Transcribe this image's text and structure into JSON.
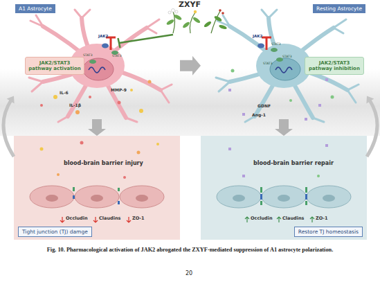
{
  "diagram": {
    "caption": "Fig. 10. Pharmacological activation of JAK2 abrogated the ZXYF-mediated suppression of A1 astrocyte polarization.",
    "nodes": [
      {
        "text": [
          "A1 Astrocyte"
        ]
      },
      {
        "text": [
          "JAK2/STAT3 pathway activation"
        ],
        "in": 0
      },
      {
        "text": [
          "Resting Astrocyte"
        ]
      },
      {
        "text": [
          "JAK2/STAT3 pathway inhibition"
        ],
        "in": 2
      },
      {
        "text": [
          "Tight junction (TJ) damge"
        ]
      },
      {
        "text": [
          "Restore TJ homeostasis"
        ]
      }
    ],
    "edges": [
      {
        "from": 0,
        "to": 2,
        "arrow": "to"
      },
      {
        "from": 0,
        "to": 4,
        "arrow": "to"
      },
      {
        "from": 2,
        "to": 5,
        "arrow": "to"
      },
      {
        "from": 4,
        "to": 0,
        "arrow": "to"
      },
      {
        "from": 5,
        "to": 2,
        "arrow": "to"
      }
    ],
    "labels": [
      "ZXYF",
      "JAK2",
      "STAT3",
      "STAT3",
      "IL-6",
      "MMP-9",
      "IL-1β",
      "JAK2",
      "STAT3",
      "STAT3",
      "STAT3",
      "GDNF",
      "Ang-1",
      "blood-brain barrier injury",
      "Occludin",
      "Claudins",
      "ZO-1",
      "blood-brain barrier repair",
      "Occludin",
      "Claudins",
      "ZO-1",
      "20"
    ]
  }
}
